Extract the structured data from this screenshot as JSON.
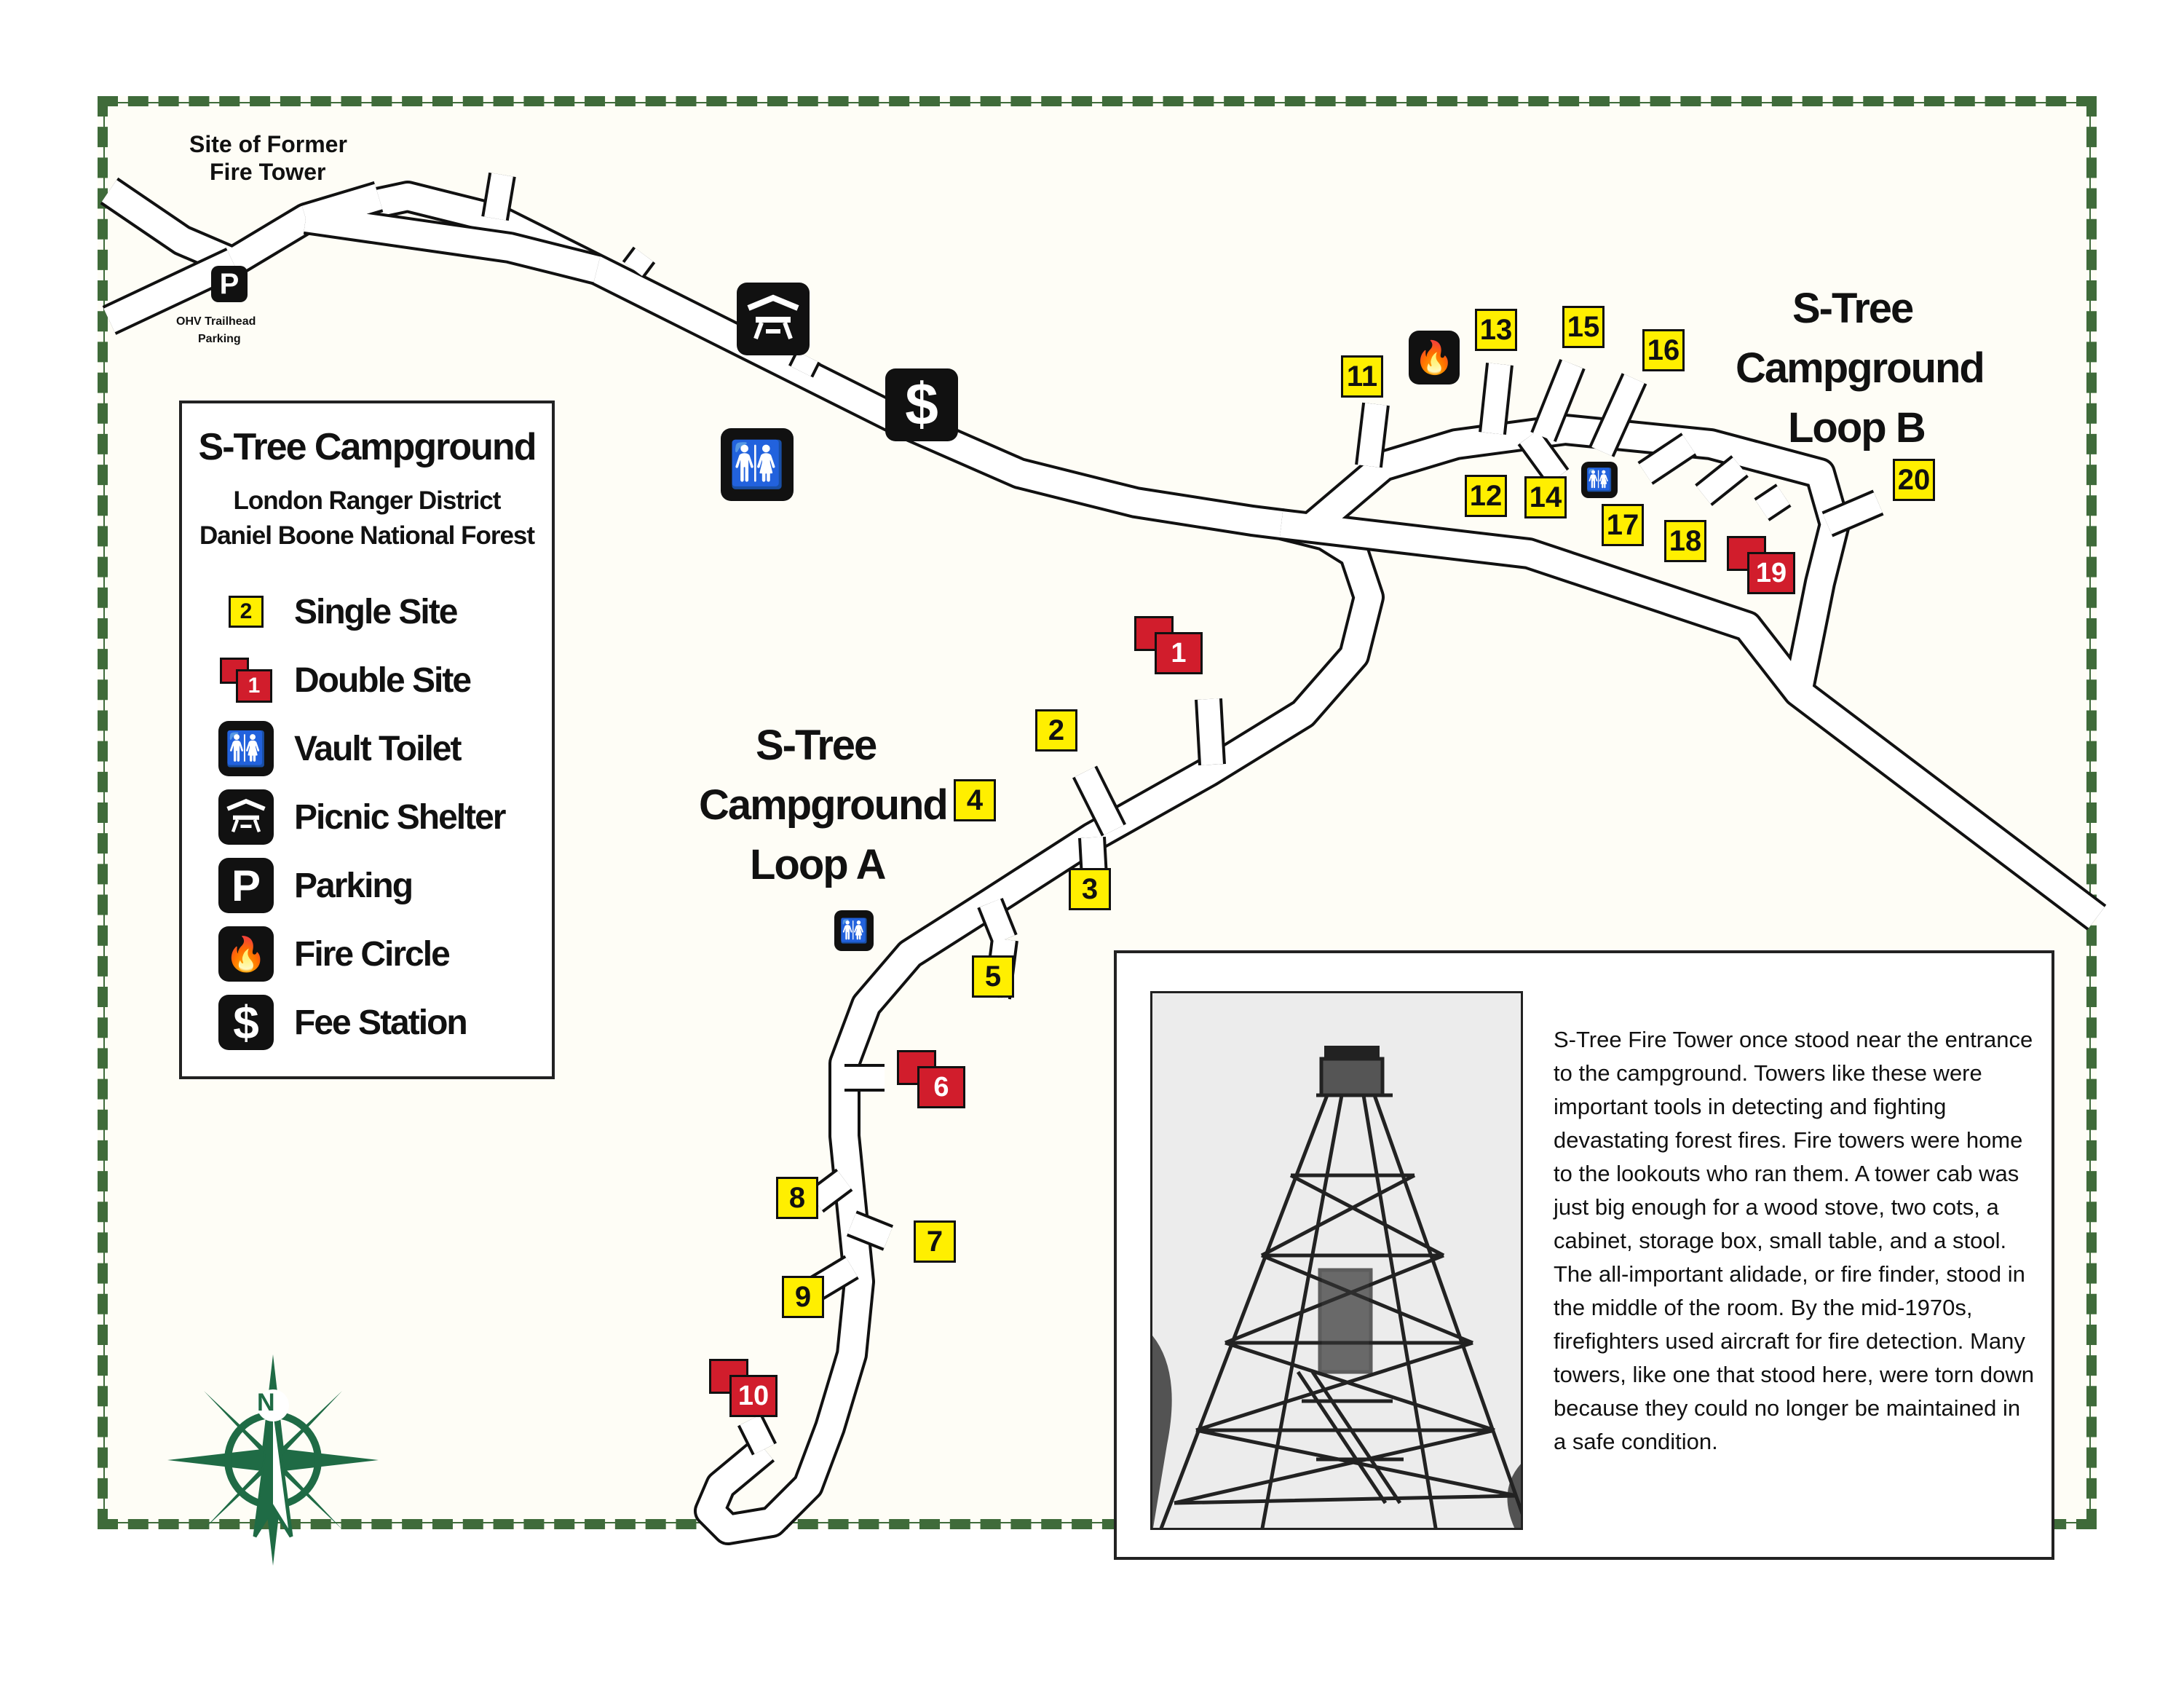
{
  "header": {
    "former_tower_line1": "Site of Former",
    "former_tower_line2": "Fire Tower",
    "ohv_line1": "OHV Trailhead",
    "ohv_line2": "Parking"
  },
  "loop_a": {
    "line1": "S-Tree",
    "line2": "Campground",
    "line3": "Loop A"
  },
  "loop_b": {
    "line1": "S-Tree",
    "line2": "Campground",
    "line3": "Loop B"
  },
  "legend": {
    "title": "S-Tree Campground",
    "subtitle1": "London Ranger District",
    "subtitle2": "Daniel Boone National Forest",
    "items": [
      {
        "icon": "single-site-icon",
        "sample": "2",
        "label": "Single Site"
      },
      {
        "icon": "double-site-icon",
        "sample": "1",
        "label": "Double Site"
      },
      {
        "icon": "vault-toilet-icon",
        "label": "Vault Toilet"
      },
      {
        "icon": "picnic-shelter-icon",
        "label": "Picnic Shelter"
      },
      {
        "icon": "parking-icon",
        "label": "Parking"
      },
      {
        "icon": "fire-circle-icon",
        "label": "Fire Circle"
      },
      {
        "icon": "fee-station-icon",
        "label": "Fee Station"
      }
    ]
  },
  "sites": {
    "single": [
      "2",
      "3",
      "4",
      "5",
      "7",
      "8",
      "9",
      "11",
      "12",
      "13",
      "14",
      "15",
      "16",
      "17",
      "18",
      "20"
    ],
    "double": [
      "1",
      "6",
      "10",
      "19"
    ]
  },
  "compass": {
    "north": "N"
  },
  "info": {
    "text": "S-Tree Fire Tower once stood near the entrance to the campground. Towers like these were important tools in detecting and fighting devastating forest fires. Fire towers were home to the lookouts who ran them. A tower cab was just big enough for a wood stove, two cots, a cabinet, storage box, small table, and a stool. The all-important alidade, or fire finder, stood in the middle of the room. By the mid-1970s, firefighters used aircraft for fire detection. Many towers, like one that stood here, were torn down because they could no longer be maintained in a safe condition."
  },
  "colors": {
    "border_green": "#3f6b3a",
    "single_yellow": "#ffef00",
    "double_red": "#d11d2c",
    "compass_green": "#1f6b45"
  }
}
